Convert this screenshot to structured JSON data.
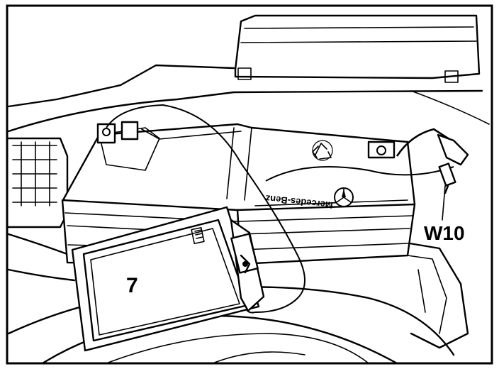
{
  "labels": {
    "meter_number": "7",
    "component": "W10"
  },
  "battery_brand": "Mercedes-Benz",
  "colors": {
    "ink": "#000000",
    "paper": "#ffffff"
  },
  "icons": [
    "recycle-icon",
    "mercedes-star-icon"
  ]
}
